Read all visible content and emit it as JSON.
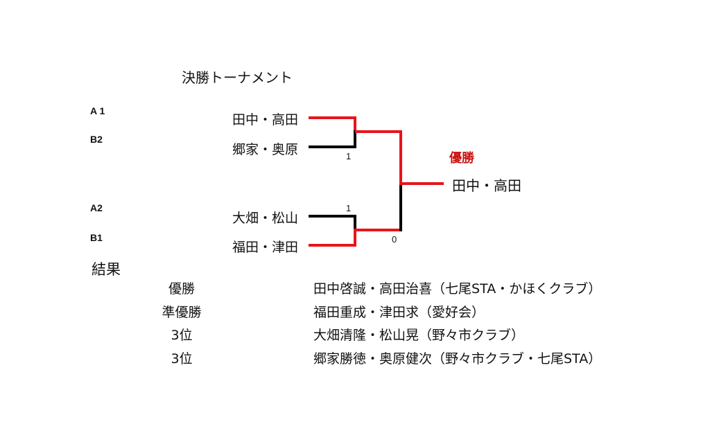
{
  "title": "決勝トーナメント",
  "bracket": {
    "entries": [
      {
        "seed": "A 1",
        "team": "田中・高田"
      },
      {
        "seed": "B2",
        "team": "郷家・奥原"
      },
      {
        "seed": "A2",
        "team": "大畑・松山"
      },
      {
        "seed": "B1",
        "team": "福田・津田"
      }
    ],
    "scores": {
      "semi1_loser": "1",
      "semi2_loser": "1",
      "final_loser": "0"
    },
    "champion_label": "優勝",
    "champion": "田中・高田",
    "colors": {
      "winner": "#e8141b",
      "loser": "#000000"
    }
  },
  "results": {
    "heading": "結果",
    "rows": [
      {
        "place": "優勝",
        "team": "田中啓誠・高田治喜（七尾STA・かほくクラブ）"
      },
      {
        "place": "準優勝",
        "team": "福田重成・津田求（愛好会）"
      },
      {
        "place": "3位",
        "team": "大畑清隆・松山晃（野々市クラブ）"
      },
      {
        "place": "3位",
        "team": "郷家勝徳・奥原健次（野々市クラブ・七尾STA）"
      }
    ]
  }
}
